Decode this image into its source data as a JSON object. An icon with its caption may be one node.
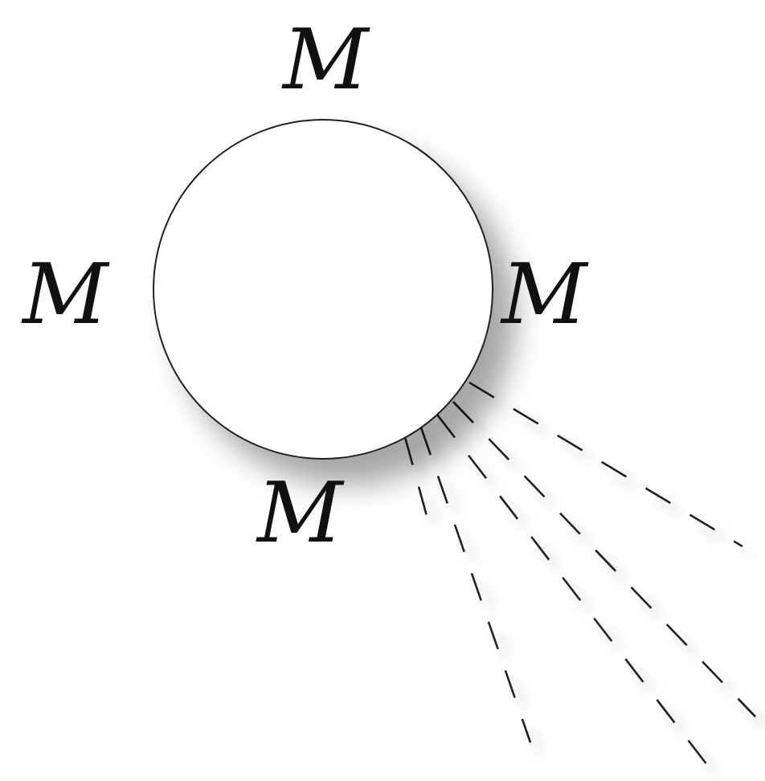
{
  "diagram": {
    "nodes": [
      {
        "text": [],
        "shape": "circle"
      }
    ],
    "edges": [],
    "labels": [
      "M",
      "M",
      "M",
      "M"
    ]
  }
}
